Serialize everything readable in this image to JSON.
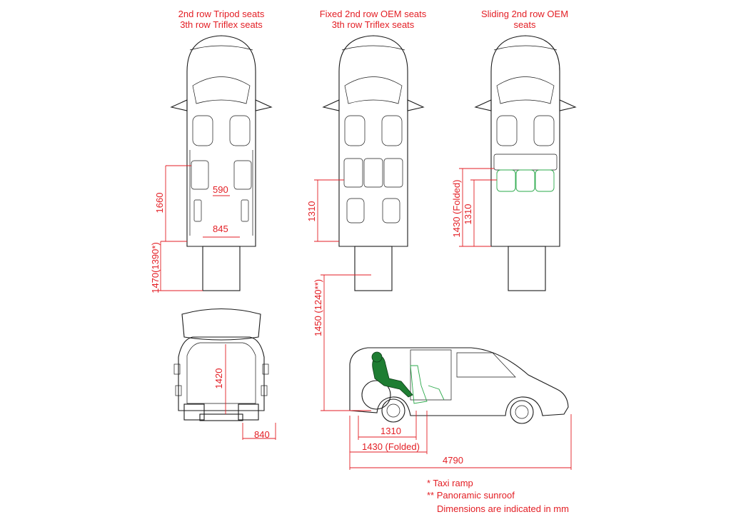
{
  "titles": {
    "col1_line1": "2nd row Tripod seats",
    "col1_line2": "3th row Triflex seats",
    "col2_line1": "Fixed 2nd row OEM seats",
    "col2_line2": "3th row Triflex seats",
    "col3_line1": "Sliding 2nd row OEM",
    "col3_line2": "seats"
  },
  "dimensions": {
    "d590": "590",
    "d845": "845",
    "d1660": "1660",
    "d1470": "1470(1390*)",
    "d1310_mid": "1310",
    "d1430_folded_top": "1430 (Folded)",
    "d1310_right": "1310",
    "d1450": "1450 (1240**)",
    "d1420": "1420",
    "d840": "840",
    "d1310_side": "1310",
    "d1430_folded_side": "1430 (Folded)",
    "d4790": "4790"
  },
  "notes": {
    "taxi_ramp": "*  Taxi ramp",
    "sunroof": "** Panoramic sunroof",
    "units": "Dimensions are indicated in mm"
  },
  "colors": {
    "dimension": "#e31e24",
    "outline": "#1a1a1a",
    "folded_seat": "#2aa84a",
    "person": "#1e7d32"
  }
}
